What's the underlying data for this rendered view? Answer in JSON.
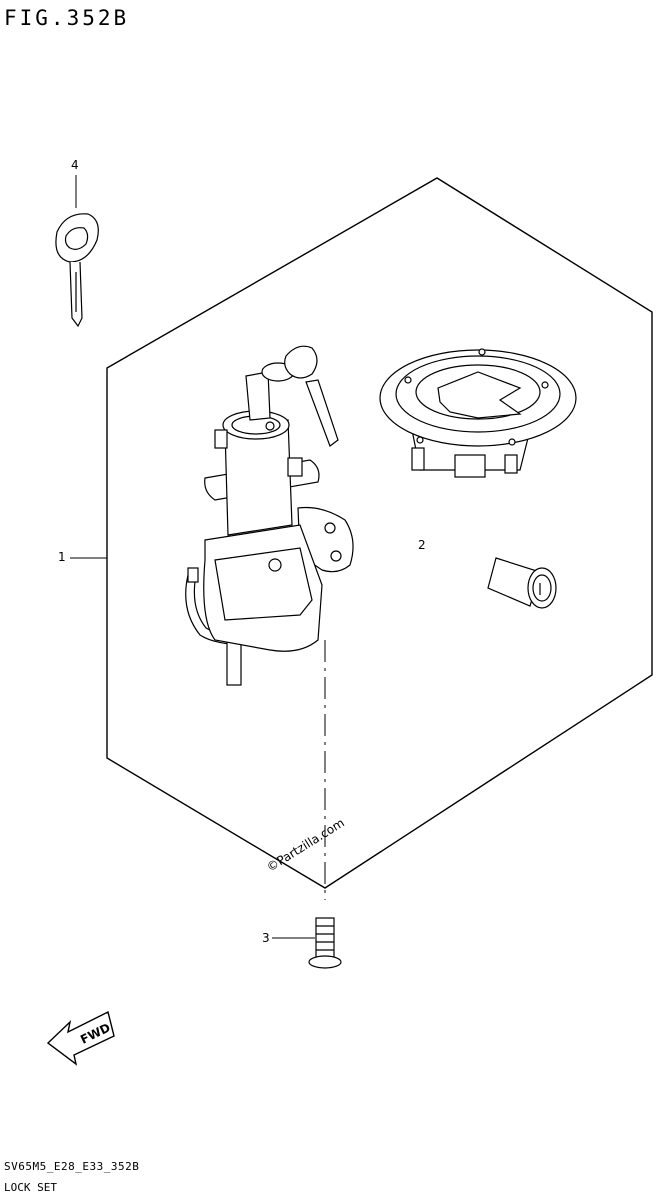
{
  "figure": {
    "title": "FIG.352B",
    "code": "SV65M5_E28_E33_352B",
    "name": "LOCK SET"
  },
  "callouts": [
    {
      "number": "1",
      "part": "lock set"
    },
    {
      "number": "2",
      "part": "fuel tank cap and seat lock"
    },
    {
      "number": "3",
      "part": "screw"
    },
    {
      "number": "4",
      "part": "blank key"
    }
  ],
  "watermark": "©Partzilla.com",
  "direction_arrow": "FWD",
  "colors": {
    "line": "#000000",
    "background": "#ffffff"
  }
}
